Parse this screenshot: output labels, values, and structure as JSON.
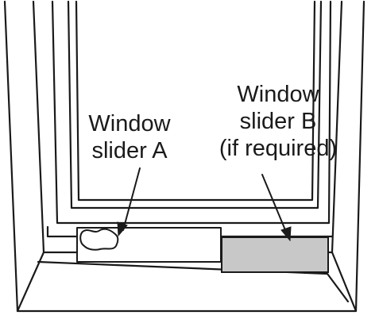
{
  "labels": {
    "slider_a": {
      "line1": "Window",
      "line2": "slider A"
    },
    "slider_b": {
      "line1": "Window",
      "line2": "slider B",
      "line3": "(if required)"
    }
  },
  "colors": {
    "line": "#1a1a1a",
    "background": "#ffffff",
    "slider_b_fill": "#c8c8c8"
  }
}
